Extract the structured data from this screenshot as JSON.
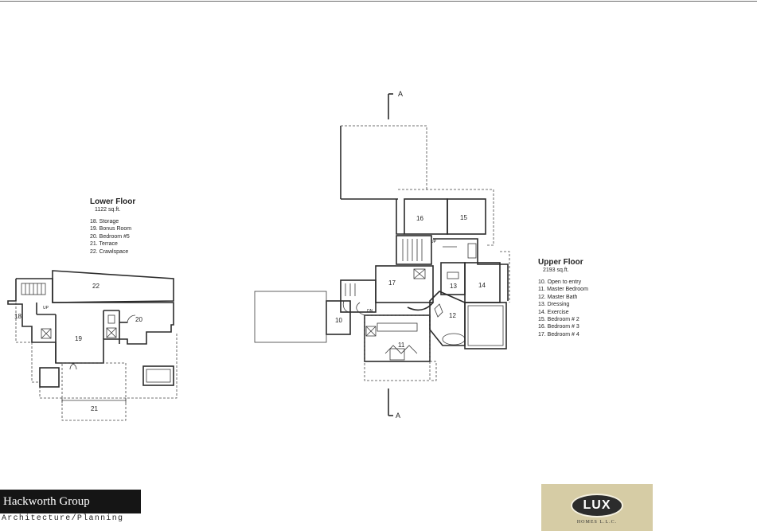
{
  "lower_floor": {
    "title": "Lower Floor",
    "sqft": "1122 sq.ft.",
    "rooms": [
      "18. Storage",
      "19. Bonus Room",
      "20. Bedroom #5",
      "21. Terrace",
      "22. Crawlspace"
    ],
    "plan_labels": {
      "r22": "22",
      "r18": "18",
      "r19": "19",
      "r20": "20",
      "r21": "21",
      "up": "UP"
    }
  },
  "upper_floor": {
    "title": "Upper Floor",
    "sqft": "2193 sq.ft.",
    "rooms": [
      "10. Open to entry",
      "11. Master Bedroom",
      "12. Master Bath",
      "13. Dressing",
      "14. Exercise",
      "15. Bedroom # 2",
      "16. Bedroom # 3",
      "17. Bedroom # 4"
    ],
    "plan_labels": {
      "r16": "16",
      "r15": "15",
      "r17": "17",
      "r13": "13",
      "r14": "14",
      "r10": "10",
      "r12": "12",
      "r11": "11",
      "up": "UP",
      "dn": "DN"
    }
  },
  "section_markers": {
    "top": "A",
    "bottom": "A"
  },
  "architect": {
    "name": "Hackworth Group",
    "subtitle": "Architecture/Planning"
  },
  "builder": {
    "name": "LUX",
    "subtitle": "HOMES L.L.C."
  }
}
